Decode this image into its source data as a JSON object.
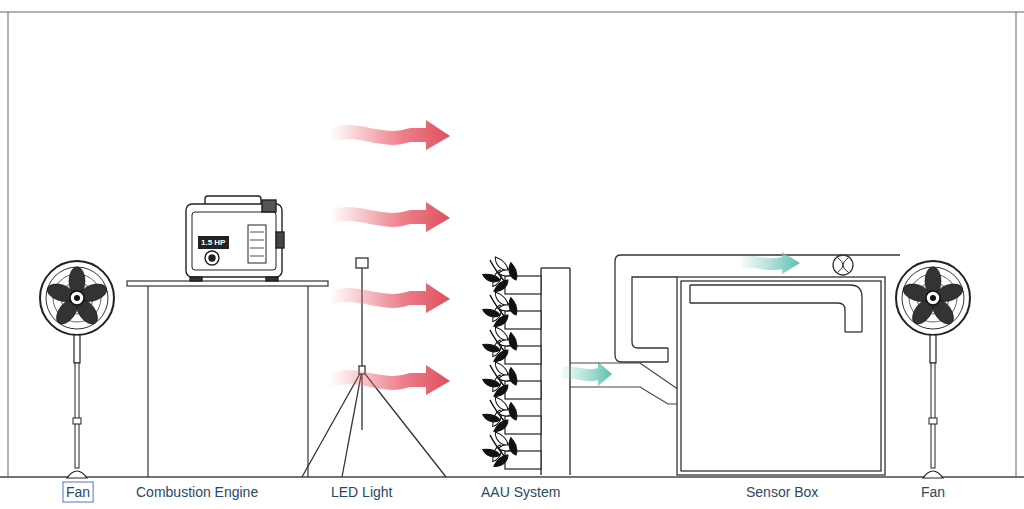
{
  "diagram": {
    "labels": [
      "1.5 HP",
      "Fan",
      "Combustion Engine",
      "LED Light",
      "AAU System",
      "Sensor Box",
      "Fan"
    ]
  }
}
